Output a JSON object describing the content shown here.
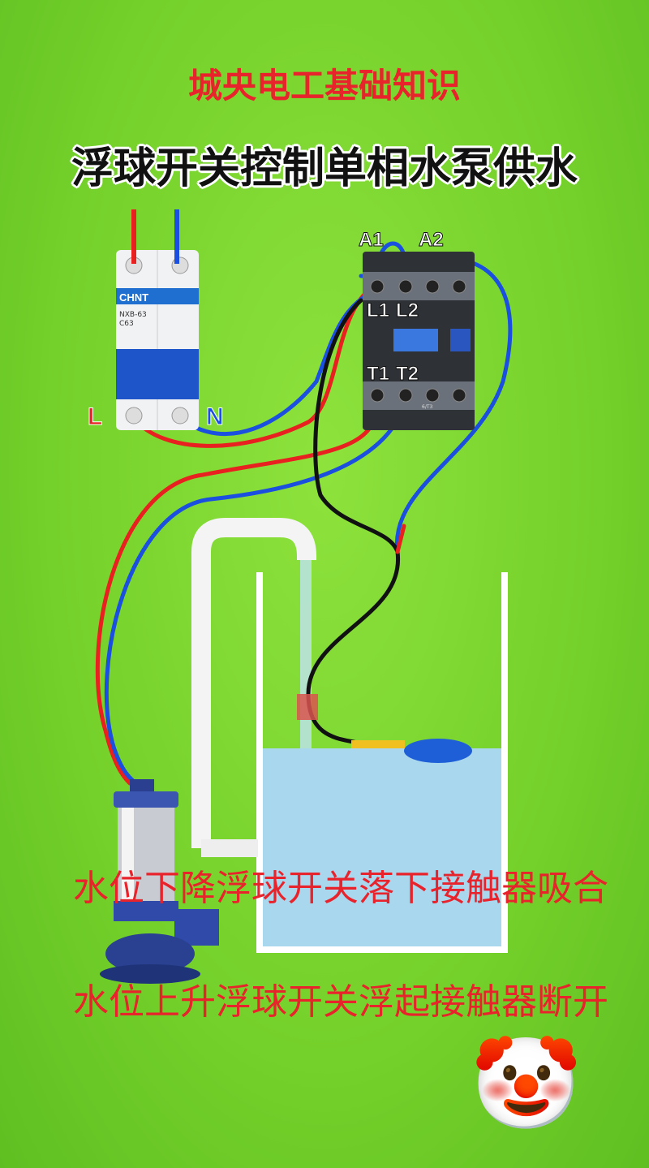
{
  "header": {
    "channel": "城央电工基础知识",
    "title": "浮球开关控制单相水泵供水"
  },
  "breaker": {
    "brand": "CHNT",
    "model": "NXB-63",
    "rating": "C63",
    "left_label": "L",
    "right_label": "N"
  },
  "contactor": {
    "coil_labels": [
      "A1",
      "A2"
    ],
    "input_labels": [
      "L1",
      "L2"
    ],
    "output_labels": [
      "T1",
      "T2"
    ],
    "aux_label": "6/T3"
  },
  "captions": {
    "line1": "水位下降浮球开关落下接触器吸合",
    "line2": "水位上升浮球开关浮起接触器断开"
  },
  "colors": {
    "live": "#e82020",
    "neutral": "#1a4fe0",
    "float_wire": "#111111",
    "water": "#a9d7ee",
    "background": "#74d02a",
    "caption": "#e8232b"
  },
  "icons": {
    "mascot": "clown-face-icon"
  },
  "mascot": "🤡"
}
